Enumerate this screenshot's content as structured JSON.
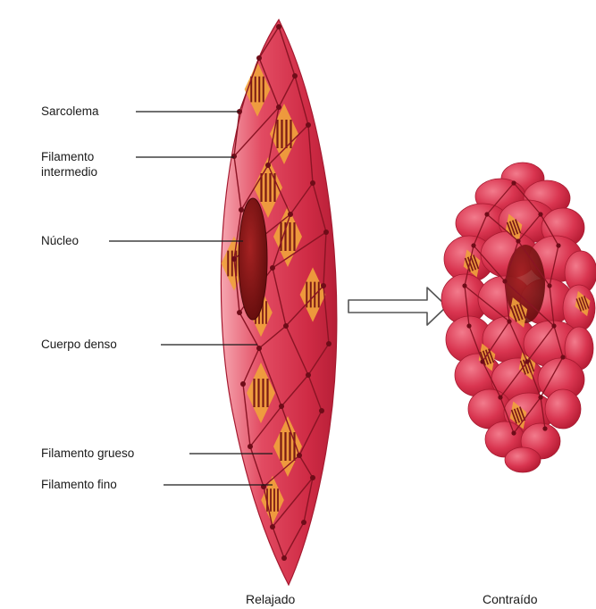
{
  "labels": {
    "sarcolema": "Sarcolema",
    "filamento_intermedio": "Filamento intermedio",
    "nucleo": "Núcleo",
    "cuerpo_denso": "Cuerpo denso",
    "filamento_grueso": "Filamento grueso",
    "filamento_fino": "Filamento fino"
  },
  "captions": {
    "relaxed": "Relajado",
    "contracted": "Contraído"
  },
  "colors": {
    "cell": "#d8364f",
    "cell_light": "#f08a98",
    "network": "#8a1424",
    "node": "#6e0c18",
    "filament": "#f0a23c",
    "nucleus": "#7a1010",
    "arrow": "#555555"
  }
}
